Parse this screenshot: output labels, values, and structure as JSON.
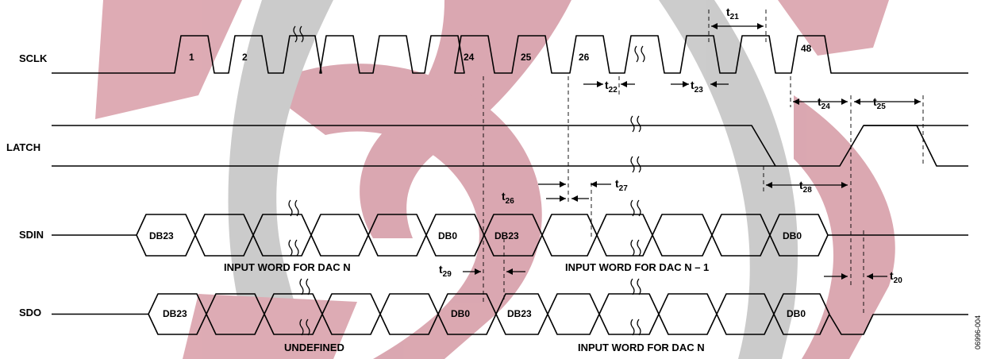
{
  "signals": {
    "sclk": "SCLK",
    "latch": "LATCH",
    "sdin": "SDIN",
    "sdo": "SDO"
  },
  "sclk_pulses": {
    "p1": "1",
    "p2": "2",
    "p24": "24",
    "p25": "25",
    "p26": "26",
    "p48": "48"
  },
  "sdin_bits": {
    "first_msb": "DB23",
    "first_lsb": "DB0",
    "second_msb": "DB23",
    "second_lsb": "DB0"
  },
  "sdo_bits": {
    "first_msb": "DB23",
    "first_lsb": "DB0",
    "second_msb": "DB23",
    "second_lsb": "DB0"
  },
  "notes": {
    "sdin_word_n": "INPUT WORD FOR DAC N",
    "sdin_word_n1": "INPUT WORD FOR DAC N – 1",
    "sdo_undefined": "UNDEFINED",
    "sdo_word_n": "INPUT WORD FOR DAC N"
  },
  "timing": {
    "t20": {
      "base": "t",
      "sub": "20"
    },
    "t21": {
      "base": "t",
      "sub": "21"
    },
    "t22": {
      "base": "t",
      "sub": "22"
    },
    "t23": {
      "base": "t",
      "sub": "23"
    },
    "t24": {
      "base": "t",
      "sub": "24"
    },
    "t25": {
      "base": "t",
      "sub": "25"
    },
    "t26": {
      "base": "t",
      "sub": "26"
    },
    "t27": {
      "base": "t",
      "sub": "27"
    },
    "t28": {
      "base": "t",
      "sub": "28"
    },
    "t29": {
      "base": "t",
      "sub": "29"
    }
  },
  "figure_id": "06996-004",
  "watermark_colors": {
    "red": "#d9a3ad",
    "grey": "#c7c7c7"
  }
}
